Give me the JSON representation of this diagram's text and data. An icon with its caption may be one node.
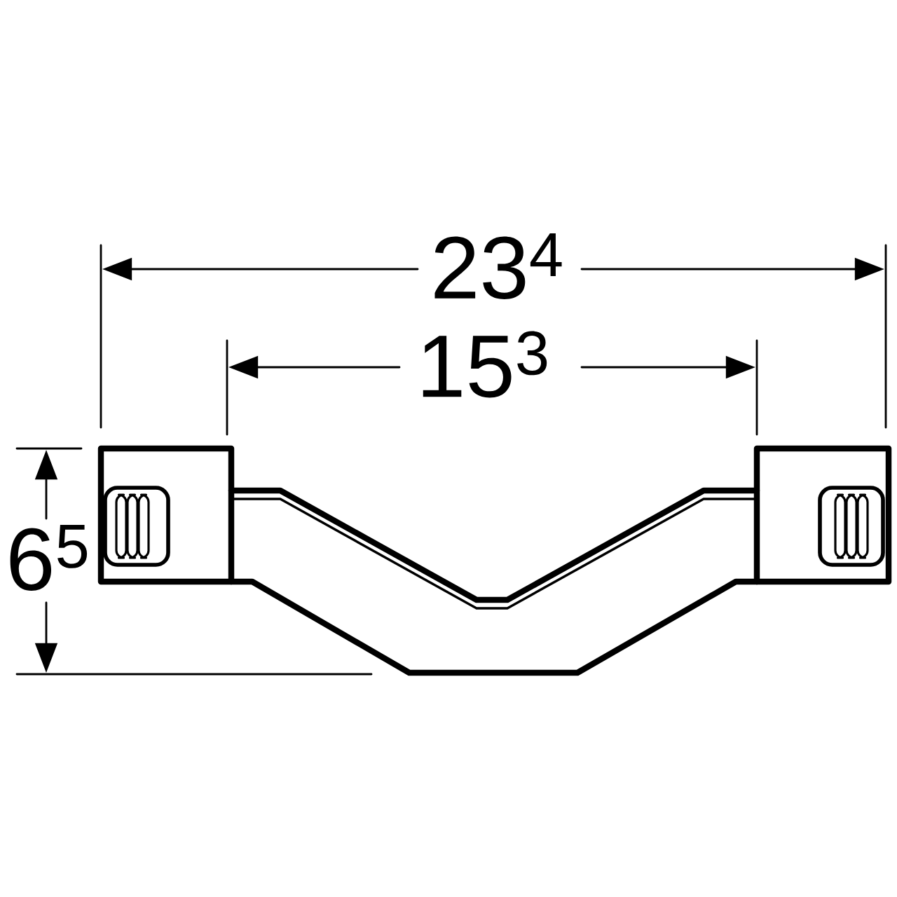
{
  "diagram": {
    "labels": [
      "23$^{4}$",
      "15$^{3}$",
      "6$^{5}$"
    ]
  }
}
